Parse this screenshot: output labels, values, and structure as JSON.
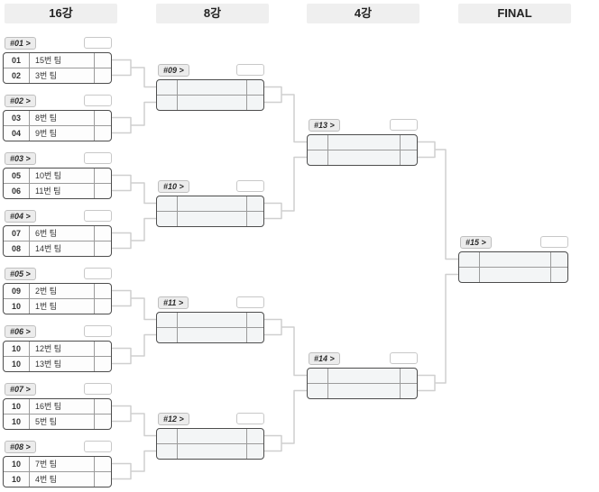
{
  "headers": {
    "r16": "16강",
    "qf": "8강",
    "sf": "4강",
    "final": "FINAL"
  },
  "matches": {
    "m01": {
      "label": "#01 >",
      "slots": [
        {
          "num": "01",
          "team": "15번 팀",
          "score": ""
        },
        {
          "num": "02",
          "team": "3번 팀",
          "score": ""
        }
      ]
    },
    "m02": {
      "label": "#02 >",
      "slots": [
        {
          "num": "03",
          "team": "8번 팀",
          "score": ""
        },
        {
          "num": "04",
          "team": "9번 팀",
          "score": ""
        }
      ]
    },
    "m03": {
      "label": "#03 >",
      "slots": [
        {
          "num": "05",
          "team": "10번 팀",
          "score": ""
        },
        {
          "num": "06",
          "team": "11번 팀",
          "score": ""
        }
      ]
    },
    "m04": {
      "label": "#04 >",
      "slots": [
        {
          "num": "07",
          "team": "6번 팀",
          "score": ""
        },
        {
          "num": "08",
          "team": "14번 팀",
          "score": ""
        }
      ]
    },
    "m05": {
      "label": "#05 >",
      "slots": [
        {
          "num": "09",
          "team": "2번 팀",
          "score": ""
        },
        {
          "num": "10",
          "team": "1번 팀",
          "score": ""
        }
      ]
    },
    "m06": {
      "label": "#06 >",
      "slots": [
        {
          "num": "10",
          "team": "12번 팀",
          "score": ""
        },
        {
          "num": "10",
          "team": "13번 팀",
          "score": ""
        }
      ]
    },
    "m07": {
      "label": "#07 >",
      "slots": [
        {
          "num": "10",
          "team": "16번 팀",
          "score": ""
        },
        {
          "num": "10",
          "team": "5번 팀",
          "score": ""
        }
      ]
    },
    "m08": {
      "label": "#08 >",
      "slots": [
        {
          "num": "10",
          "team": "7번 팀",
          "score": ""
        },
        {
          "num": "10",
          "team": "4번 팀",
          "score": ""
        }
      ]
    },
    "m09": {
      "label": "#09 >",
      "slots": [
        {
          "num": "",
          "team": "",
          "score": ""
        },
        {
          "num": "",
          "team": "",
          "score": ""
        }
      ]
    },
    "m10": {
      "label": "#10 >",
      "slots": [
        {
          "num": "",
          "team": "",
          "score": ""
        },
        {
          "num": "",
          "team": "",
          "score": ""
        }
      ]
    },
    "m11": {
      "label": "#11 >",
      "slots": [
        {
          "num": "",
          "team": "",
          "score": ""
        },
        {
          "num": "",
          "team": "",
          "score": ""
        }
      ]
    },
    "m12": {
      "label": "#12 >",
      "slots": [
        {
          "num": "",
          "team": "",
          "score": ""
        },
        {
          "num": "",
          "team": "",
          "score": ""
        }
      ]
    },
    "m13": {
      "label": "#13 >",
      "slots": [
        {
          "num": "",
          "team": "",
          "score": ""
        },
        {
          "num": "",
          "team": "",
          "score": ""
        }
      ]
    },
    "m14": {
      "label": "#14 >",
      "slots": [
        {
          "num": "",
          "team": "",
          "score": ""
        },
        {
          "num": "",
          "team": "",
          "score": ""
        }
      ]
    },
    "m15": {
      "label": "#15 >",
      "slots": [
        {
          "num": "",
          "team": "",
          "score": ""
        },
        {
          "num": "",
          "team": "",
          "score": ""
        }
      ]
    }
  },
  "colors": {
    "connector": "#cfcfcf",
    "box_border": "#4d4d4d",
    "header_bg": "#efefef",
    "badge_bg": "#ececec"
  }
}
